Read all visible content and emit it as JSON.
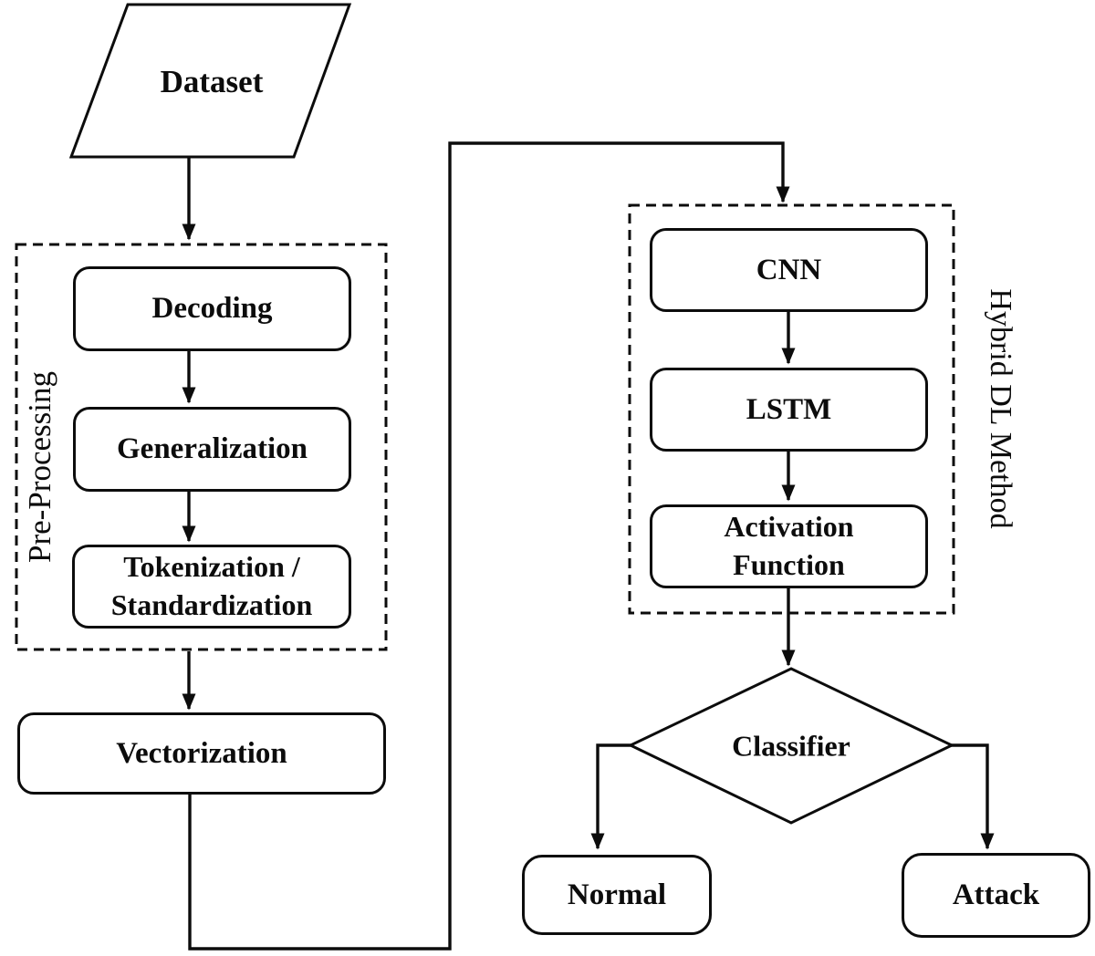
{
  "flowchart": {
    "dataset_label": "Dataset",
    "pre_processing": {
      "group_label": "Pre-Processing",
      "decoding": "Decoding",
      "generalization": "Generalization",
      "tokenization_line1": "Tokenization /",
      "tokenization_line2": "Standardization"
    },
    "vectorization_label": "Vectorization",
    "hybrid_dl": {
      "group_label": "Hybrid DL Method",
      "cnn": "CNN",
      "lstm": "LSTM",
      "activation_line1": "Activation",
      "activation_line2": "Function"
    },
    "classifier_label": "Classifier",
    "results": {
      "normal": "Normal",
      "attack": "Attack"
    }
  },
  "colors": {
    "ink": "#0c0c0c",
    "background": "#ffffff"
  }
}
